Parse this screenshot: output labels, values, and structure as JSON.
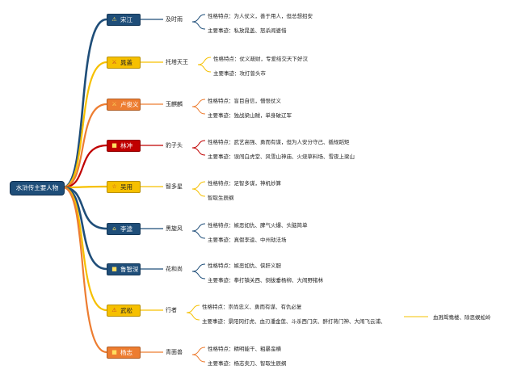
{
  "root": {
    "label": "水浒传主要人物"
  },
  "colors": {
    "navy": "#1f4e79",
    "orange": "#ed7d31",
    "yellow": "#f6c000",
    "red": "#c00000"
  },
  "characters": [
    {
      "name": "宋江",
      "nickname": "及时雨",
      "color": "navy",
      "details": [
        "性格特点：为人仗义，善于用人，但总想招安",
        "主要事迹：私放晁盖、怒杀阎婆惜"
      ]
    },
    {
      "name": "晁盖",
      "nickname": "托塔天王",
      "color": "yellow",
      "details": [
        "性格特点：仗义疏财，专爱结交天下好汉",
        "主要事迹：攻打曾头市"
      ]
    },
    {
      "name": "卢俊义",
      "nickname": "玉麒麟",
      "color": "orange",
      "details": [
        "性格特点：盲目自信，憎恨仗义",
        "主要事迹：独战梁山贼，单身破辽军"
      ]
    },
    {
      "name": "林冲",
      "nickname": "豹子头",
      "color": "red",
      "details": [
        "性格特点：武艺高强、勇而有谋，但为人安分守己、循规蹈矩",
        "主要事迹：误闯白虎堂、风雪山神庙、火烧草料场、雪夜上梁山"
      ]
    },
    {
      "name": "吴用",
      "nickname": "智多星",
      "color": "yellow",
      "details": [
        "性格特点：足智多谋，神机妙算",
        "智取生辰纲"
      ]
    },
    {
      "name": "李逵",
      "nickname": "黑旋风",
      "color": "navy",
      "details": [
        "性格特点：嫉恶如仇、脾气火爆、头脑简单",
        "主要事迹：真假李逵、中州劫法场"
      ]
    },
    {
      "name": "鲁智深",
      "nickname": "花和尚",
      "color": "navy",
      "details": [
        "性格特点：嫉恶如仇、侠肝义胆",
        "主要事迹：拳打镇关西、倒拔垂杨柳、大闹野猪林"
      ]
    },
    {
      "name": "武松",
      "nickname": "行者",
      "color": "yellow",
      "details": [
        "性格特点：崇尚忠义、勇而有谋、有仇必复",
        "主要事迹：景阳冈打虎、血刃潘金莲、斗杀西门庆、醉打蒋门神、大闹飞云浦、"
      ],
      "extra": "血溅鸳鸯楼、除恶蜈蚣岭"
    },
    {
      "name": "杨志",
      "nickname": "青面兽",
      "color": "orange",
      "details": [
        "性格特点：精明能干、粗暴蛮横",
        "主要事迹：杨志卖刀、智取生辰纲"
      ]
    }
  ]
}
